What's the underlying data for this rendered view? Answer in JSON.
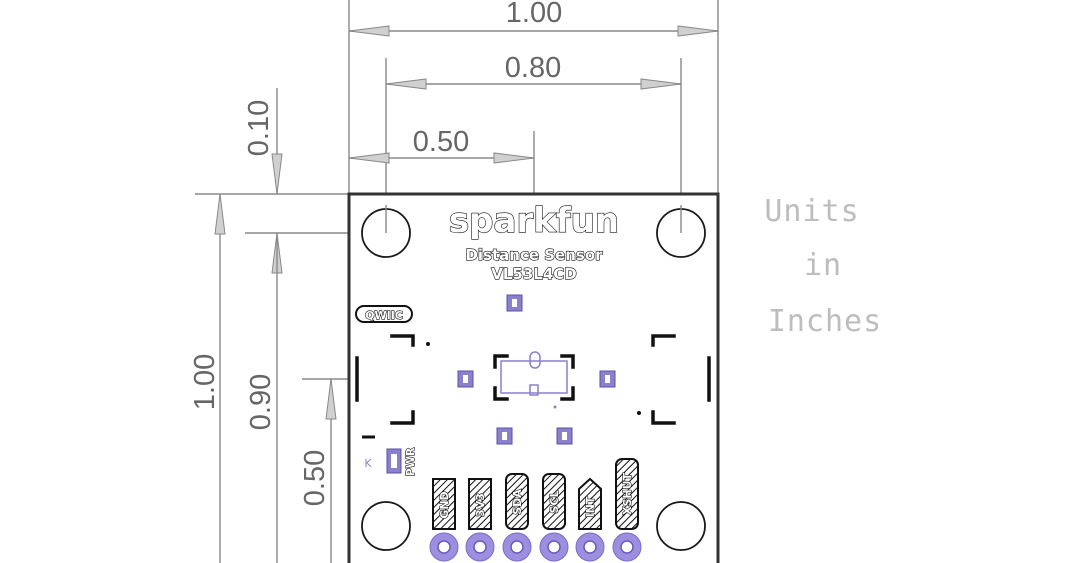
{
  "dimensions": {
    "top_width_outer": "1.00",
    "top_width_holes": "0.80",
    "top_width_center": "0.50",
    "left_offset_top": "0.10",
    "left_height_outer": "1.00",
    "left_height_hole": "0.90",
    "left_height_center": "0.50"
  },
  "units": {
    "line1": "Units",
    "line2": "in",
    "line3": "Inches"
  },
  "board": {
    "logo": "sparkfun",
    "line1": "Distance Sensor",
    "line2": "VL53L4CD",
    "qwiic": "QWIIC",
    "led_mark": "K",
    "led_label": "PWR",
    "pin_labels": [
      "GND",
      "3V3",
      "SDA",
      "SCL",
      "INT",
      "XSHUT"
    ]
  },
  "colors": {
    "dimension": "#666666",
    "units_text": "#bdbdbd",
    "pad": "#8a80cc",
    "pin": "#9d8ee0",
    "outline": "#333333"
  }
}
